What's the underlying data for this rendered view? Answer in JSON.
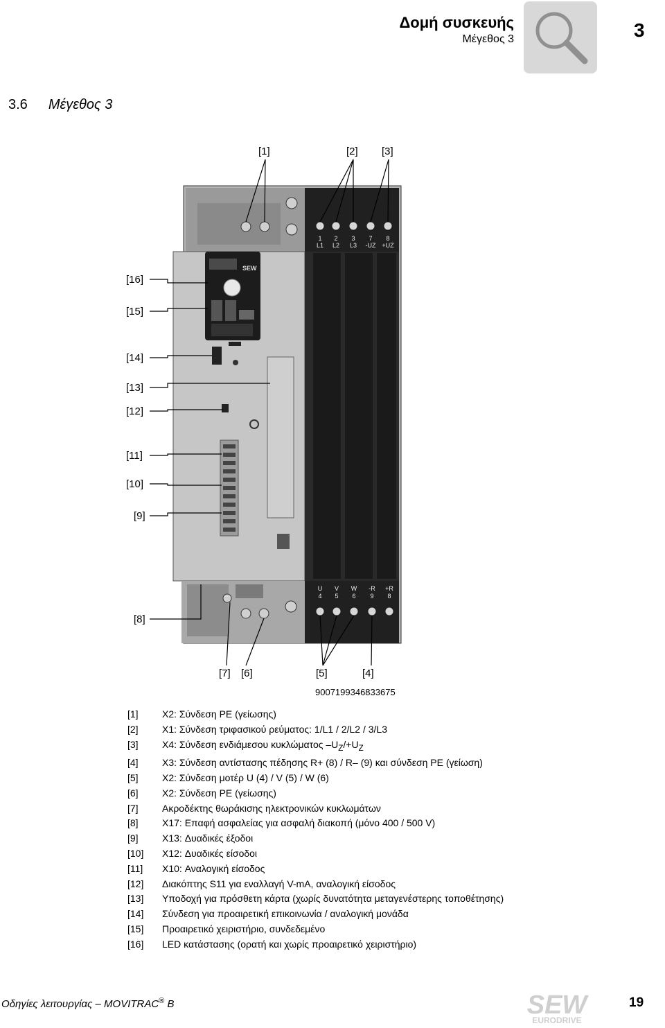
{
  "header": {
    "title": "Δομή συσκευής",
    "subtitle": "Μέγεθος 3",
    "chapter": "3"
  },
  "section": {
    "number": "3.6",
    "title": "Μέγεθος 3"
  },
  "figure": {
    "id": "9007199346833675",
    "top_callouts": [
      "[1]",
      "[2]",
      "[3]"
    ],
    "left_callouts": [
      "[16]",
      "[15]",
      "[14]",
      "[13]",
      "[12]",
      "[11]",
      "[10]",
      "[9]",
      "[8]"
    ],
    "bottom_callouts": [
      "[7]",
      "[6]",
      "[5]",
      "[4]"
    ],
    "top_terminal_numbers": [
      "1",
      "2",
      "3",
      "7",
      "8"
    ],
    "top_terminal_labels": [
      "L1",
      "L2",
      "L3",
      "-UZ",
      "+UZ"
    ],
    "bottom_terminal_letters": [
      "U",
      "V",
      "W",
      "-R",
      "+R"
    ],
    "bottom_terminal_numbers": [
      "4",
      "5",
      "6",
      "9",
      "8"
    ],
    "brand": "SEW"
  },
  "legend": [
    {
      "key": "[1]",
      "text": "X2: Σύνδεση PE (γείωσης)"
    },
    {
      "key": "[2]",
      "text": "X1: Σύνδεση τριφασικού ρεύματος: 1/L1 / 2/L2 / 3/L3"
    },
    {
      "key": "[3]",
      "text_before": "X4: Σύνδεση ενδιάμεσου κυκλώματος –U",
      "sub1": "Z",
      "text_mid": "/+U",
      "sub2": "Z"
    },
    {
      "key": "[4]",
      "text": "X3: Σύνδεση αντίστασης πέδησης R+ (8) / R– (9) και σύνδεση PE (γείωση)"
    },
    {
      "key": "[5]",
      "text": "X2: Σύνδεση μοτέρ U (4) / V (5) / W (6)"
    },
    {
      "key": "[6]",
      "text": "X2: Σύνδεση PE (γείωσης)"
    },
    {
      "key": "[7]",
      "text": "Ακροδέκτης θωράκισης ηλεκτρονικών κυκλωμάτων"
    },
    {
      "key": "[8]",
      "text": "X17: Επαφή ασφαλείας για ασφαλή διακοπή (μόνο 400 / 500 V)"
    },
    {
      "key": "[9]",
      "text": "X13: Δυαδικές έξοδοι"
    },
    {
      "key": "[10]",
      "text": "X12: Δυαδικές είσοδοι"
    },
    {
      "key": "[11]",
      "text": "X10: Αναλογική είσοδος"
    },
    {
      "key": "[12]",
      "text": "Διακόπτης S11 για εναλλαγή V-mA, αναλογική είσοδος"
    },
    {
      "key": "[13]",
      "text": "Υποδοχή για πρόσθετη κάρτα (χωρίς δυνατότητα μεταγενέστερης τοποθέτησης)"
    },
    {
      "key": "[14]",
      "text": "Σύνδεση για προαιρετική επικοινωνία / αναλογική μονάδα"
    },
    {
      "key": "[15]",
      "text": "Προαιρετικό χειριστήριο, συνδεδεμένο"
    },
    {
      "key": "[16]",
      "text": "LED κατάστασης (ορατή και χωρίς προαιρετικό χειριστήριο)"
    }
  ],
  "footer": {
    "doc_title": "Οδηγίες λειτουργίας – MOVITRAC",
    "registered": "®",
    "doc_suffix": " B",
    "logo_text": "SEW",
    "logo_subtext": "EURODRIVE",
    "page": "19"
  }
}
